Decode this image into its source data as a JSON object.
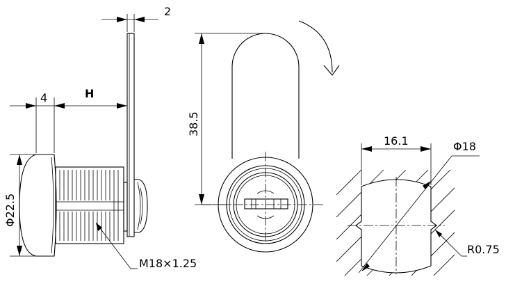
{
  "drawing": {
    "dimensions": {
      "plate_thickness": "2",
      "flange_thickness": "4",
      "length_h": "H",
      "cam_length": "38.5",
      "flange_diameter": "Φ22.5",
      "thread_spec": "M18×1.25",
      "cutout_width": "16.1",
      "cutout_diameter": "Φ18",
      "corner_radius": "R0.75"
    }
  }
}
